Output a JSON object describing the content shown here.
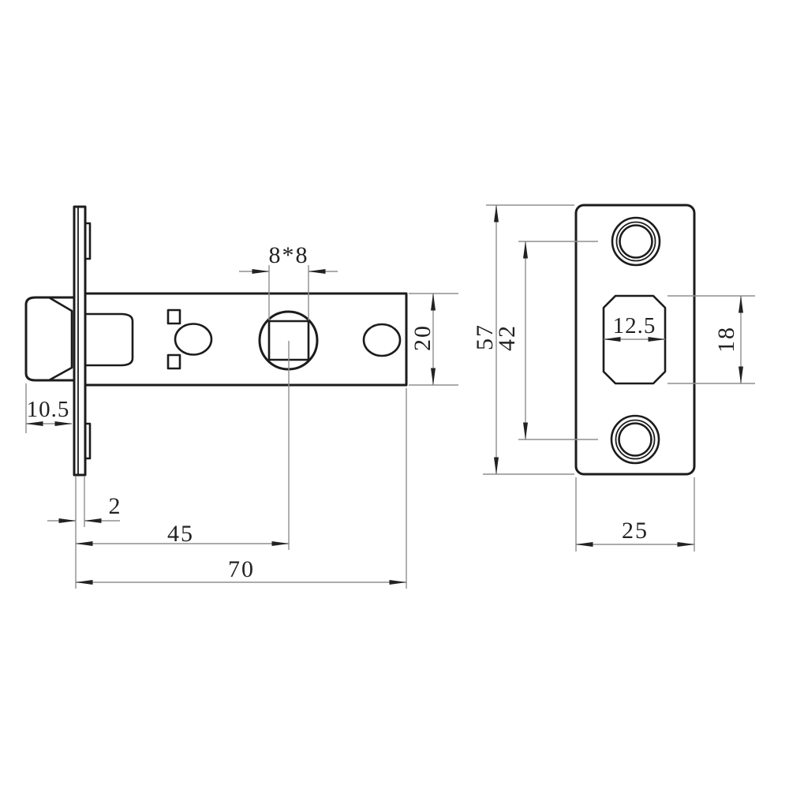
{
  "drawing": {
    "type": "technical-drawing",
    "subject": "tubular-door-latch",
    "colors": {
      "background": "#ffffff",
      "outline": "#1c1c1c",
      "thin_line": "#8f8f8f",
      "text": "#222222"
    },
    "side_view": {
      "dim_spindle_square": "8*8",
      "dim_body_height": "20",
      "dim_bolt_projection": "10.5",
      "dim_faceplate_thickness": "2",
      "dim_backset": "45",
      "dim_body_length": "70"
    },
    "front_view": {
      "dim_plate_height": "57",
      "dim_hole_spacing": "42",
      "dim_opening_width": "12.5",
      "dim_opening_height": "18",
      "dim_plate_width": "25"
    }
  }
}
